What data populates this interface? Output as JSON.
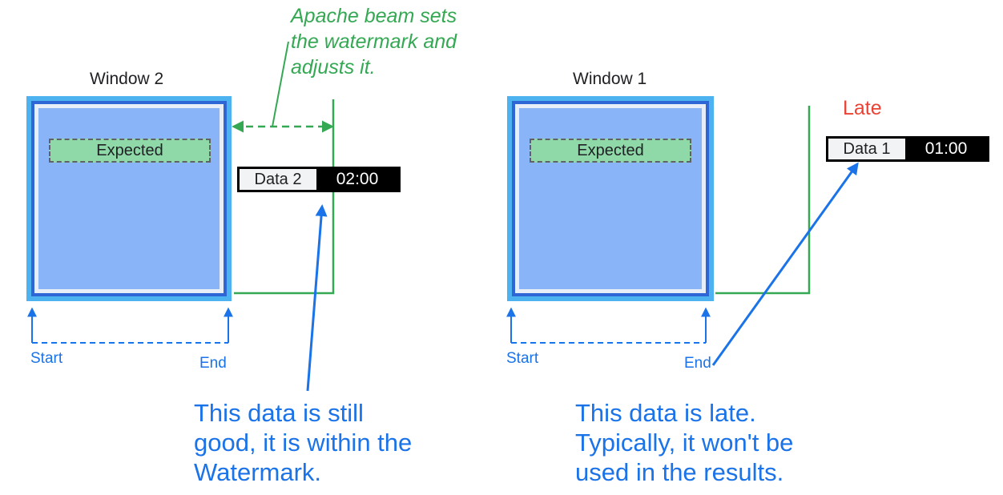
{
  "left_diagram": {
    "window_title": "Window 2",
    "expected_label": "Expected",
    "data_label": "Data 2",
    "data_time": "02:00",
    "start_label": "Start",
    "end_label": "End",
    "watermark_note": [
      "Apache beam sets",
      "the watermark and",
      "adjusts it."
    ],
    "caption": [
      "This data is still",
      "good, it is within the",
      "Watermark."
    ]
  },
  "right_diagram": {
    "window_title": "Window 1",
    "expected_label": "Expected",
    "data_label": "Data 1",
    "data_time": "01:00",
    "late_label": "Late",
    "start_label": "Start",
    "end_label": "End",
    "caption": [
      "This data is late.",
      "Typically, it won't be",
      "used in the results."
    ]
  },
  "colors": {
    "window_border": "#4db3f0",
    "window_inner_border": "#2f66d6",
    "window_fill": "#8ab4f8",
    "expected_fill": "#8fd9a8",
    "annotation_blue": "#1a73e8",
    "watermark_green": "#34a853",
    "late_red": "#ea4335"
  }
}
